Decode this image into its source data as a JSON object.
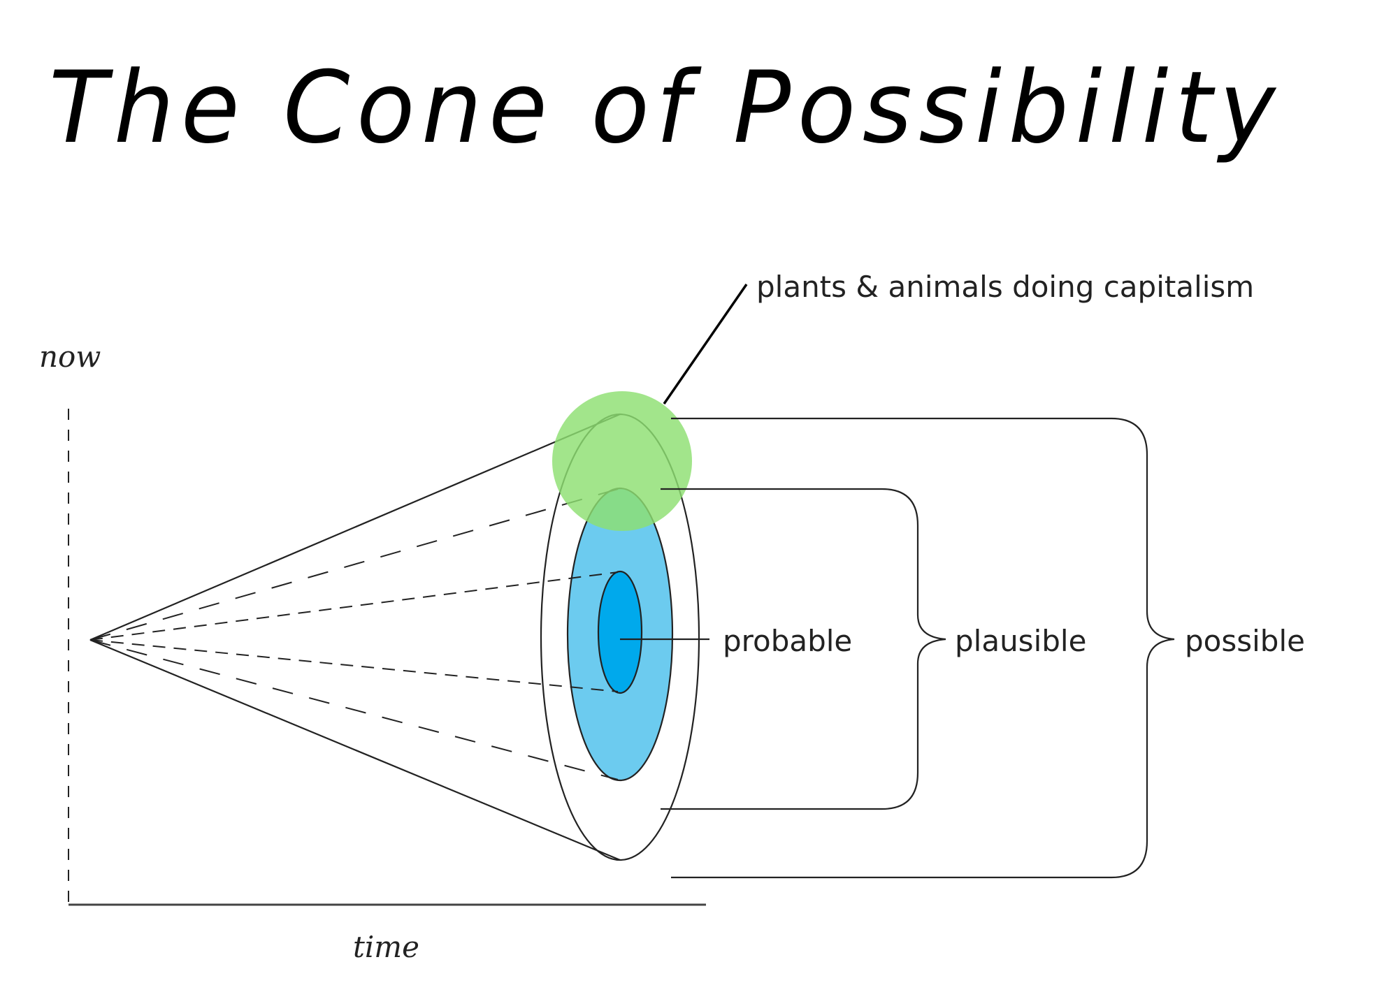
{
  "title": "The Cone of Possibility",
  "axes": {
    "y_label": "now",
    "x_label": "time"
  },
  "labels": {
    "probable": "probable",
    "plausible": "plausible",
    "possible": "possible",
    "callout": "plants & animals doing capitalism"
  },
  "colors": {
    "probable_fill": "#00a9ec",
    "plausible_fill": "#6ccbef",
    "callout_circle": "#8edf72",
    "line": "#222222"
  }
}
